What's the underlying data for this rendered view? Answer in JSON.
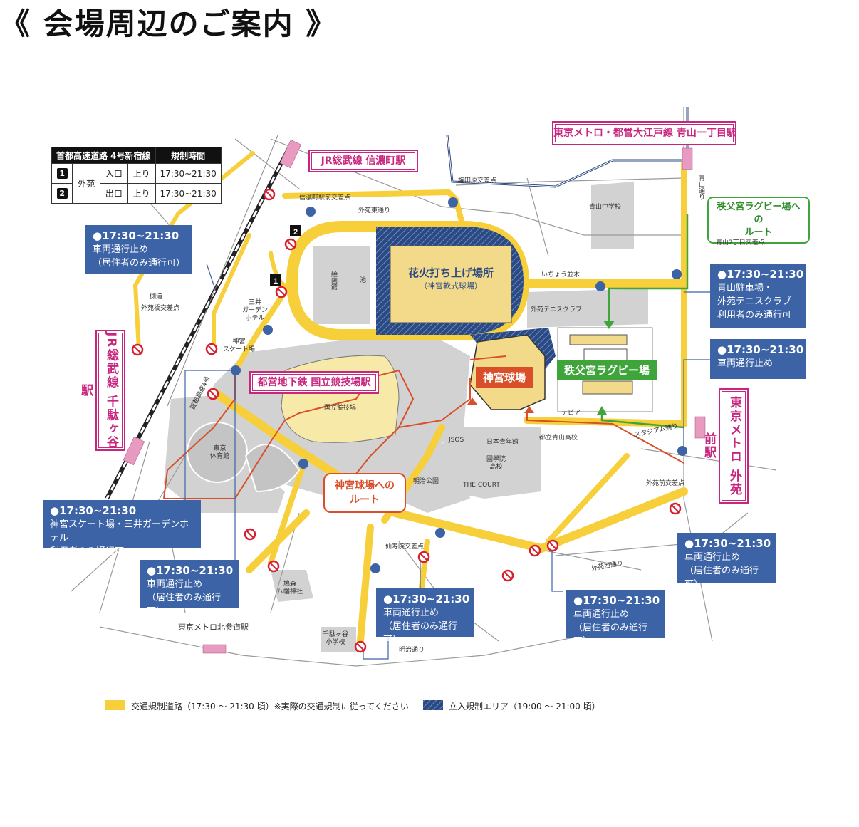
{
  "title": "《 会場周辺のご案内 》",
  "highway_table": {
    "header": [
      "首都高速道路 4号新宿線",
      "規制時間"
    ],
    "rows": [
      {
        "num": "1",
        "kind": "外苑",
        "dir": "入口",
        "updown": "上り",
        "time": "17:30~21:30"
      },
      {
        "num": "2",
        "kind": "外苑",
        "dir": "出口",
        "updown": "上り",
        "time": "17:30~21:30"
      }
    ]
  },
  "stations": {
    "shinanomachi": "JR総武線 信濃町駅",
    "aoyama1": "東京メトロ・都営大江戸線 青山一丁目駅",
    "sendagaya": "JR総武線 千駄ヶ谷駅",
    "kokuritsu": "都営地下鉄 国立競技場駅",
    "gaienmae": "東京メトロ 外苑前駅",
    "kitasando": "東京メトロ北参道駅"
  },
  "venues": {
    "fireworks_title": "花火打ち上げ場所",
    "fireworks_sub": "（神宮軟式球場）",
    "jingu": "神宮球場",
    "chichibunomiya": "秩父宮ラグビー場",
    "route_jingu": "神宮球場への\nルート",
    "route_rugby": "秩父宮ラグビー場への\nルート"
  },
  "info_boxes": [
    {
      "id": "nw",
      "time": "●17:30~21:30",
      "line1": "車両通行止め",
      "line2": "（居住者のみ通行可）"
    },
    {
      "id": "ne",
      "time": "●17:30~21:30",
      "line1": "青山駐車場・",
      "line2": "外苑テニスクラブ",
      "line3": "利用者のみ通行可"
    },
    {
      "id": "e",
      "time": "●17:30~21:30",
      "line1": "車両通行止め"
    },
    {
      "id": "w",
      "time": "●17:30~21:30",
      "line1": "神宮スケート場・三井ガーデンホテル",
      "line2": "利用者のみ通行可"
    },
    {
      "id": "sw",
      "time": "●17:30~21:30",
      "line1": "車両通行止め",
      "line2": "（居住者のみ通行可）"
    },
    {
      "id": "s",
      "time": "●17:30~21:30",
      "line1": "車両通行止め",
      "line2": "（居住者のみ通行可）"
    },
    {
      "id": "se",
      "time": "●17:30~21:30",
      "line1": "車両通行止め",
      "line2": "（居住者のみ通行可）"
    },
    {
      "id": "ee",
      "time": "●17:30~21:30",
      "line1": "車両通行止め",
      "line2": "（居住者のみ通行可）"
    }
  ],
  "labels": {
    "umegahara": "権田原交差点",
    "shinanomachi_x": "信濃町駅前交差点",
    "gaien_higashi": "外苑東通り",
    "aoyama_jhs": "青山中学校",
    "aoyama_dori": "青山通り",
    "aoyama2_x": "青山2丁目交差点",
    "ichou": "いちょう並木",
    "kaigakan": "絵画館",
    "ike": "池",
    "tennis": "外苑テニスクラブ",
    "sokudou": "側道",
    "gaienbashi": "外苑橋交差点",
    "mitsui": "三井\nガーデン\nホテル",
    "skate": "神宮\nスケート場",
    "kokuritsu_kyogi": "国立競技場",
    "tokyo_gym": "東京\n体育館",
    "tepia": "テピア",
    "stadium_dori": "スタジアム通り",
    "jsos": "JSOS",
    "nihon_seinen": "日本青年館",
    "toritsu_aoyama": "都立青山高校",
    "kokugakuin": "國學院\n高校",
    "court": "THE COURT",
    "meiji_park": "明治公園",
    "gaienmae_x": "外苑前交差点",
    "sendaiin_x": "仙寿院交差点",
    "gaien_nishi": "外苑西通り",
    "hatoriya": "鳩森\n八幡神社",
    "sendagaya_es": "千駄ヶ谷\n小学校",
    "meiji_dori": "明治通り",
    "shuto_road": "首都高速4号"
  },
  "legend": {
    "yellow": "交通規制道路（17:30 ～ 21:30 頃）※実際の交通規制に従ってください",
    "blue": "立入規制エリア（19:00 ～ 21:00 頃）"
  },
  "colors": {
    "road_closed": "#f7cf3a",
    "restricted": "#2b4a82",
    "info_bg": "#3c63a6",
    "station": "#c8267e",
    "route_red": "#d94f2a",
    "route_green": "#3fa53a",
    "building": "#d2d2d2"
  }
}
